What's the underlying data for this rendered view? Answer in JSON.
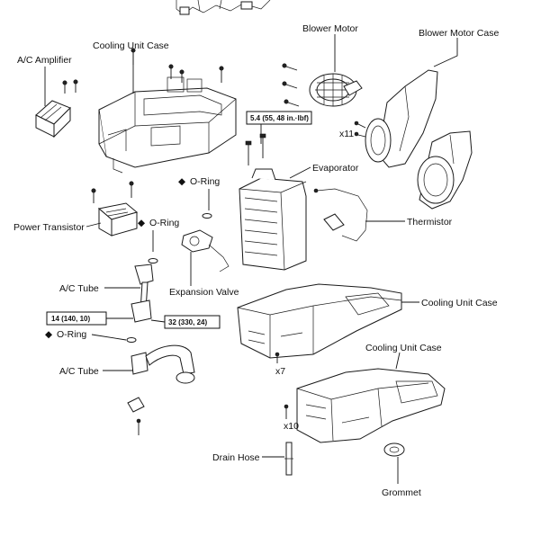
{
  "labels": {
    "ac_amplifier": "A/C Amplifier",
    "cooling_unit_case_top": "Cooling Unit Case",
    "blower_motor": "Blower Motor",
    "blower_motor_case": "Blower Motor Case",
    "evaporator": "Evaporator",
    "thermistor": "Thermistor",
    "power_transistor": "Power Transistor",
    "oring_upper": "O-Ring",
    "oring_middle": "O-Ring",
    "oring_lower": "O-Ring",
    "expansion_valve": "Expansion Valve",
    "ac_tube_upper": "A/C Tube",
    "ac_tube_lower": "A/C Tube",
    "cooling_unit_case_mid": "Cooling Unit Case",
    "cooling_unit_case_low": "Cooling Unit Case",
    "drain_hose": "Drain Hose",
    "grommet": "Grommet"
  },
  "bullet_glyph": "◆",
  "quantities": {
    "screws_blower": "x11",
    "screws_mid": "x7",
    "screws_low": "x10"
  },
  "torque_specs": {
    "evaporator": "5.4 (55, 48 in.·lbf)",
    "tube_left": "14 (140, 10)",
    "tube_right": "32 (330, 24)"
  },
  "icons": [
    "screw-icon",
    "bolt-icon",
    "diamond-bullet-icon"
  ]
}
